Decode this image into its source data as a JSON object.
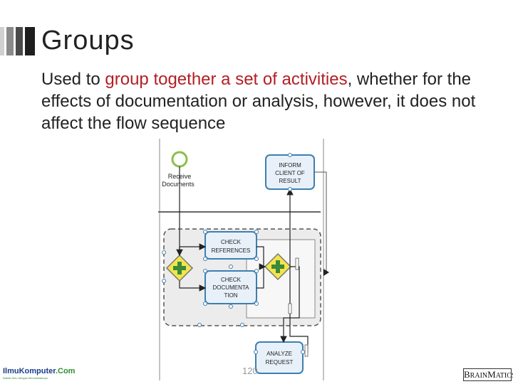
{
  "slide": {
    "title": "Groups",
    "body": {
      "before": "Used to ",
      "highlight": "group together a set of activities",
      "after": ", whether for the effects of documentation or analysis, however, it does not affect the flow sequence"
    },
    "page_number": "120"
  },
  "diagram": {
    "start_event_label": [
      "Receive",
      "Documents"
    ],
    "tasks": {
      "inform": [
        "INFORM",
        "CLIENT OF",
        "RESULT"
      ],
      "check_references": [
        "CHECK",
        "REFERENCES"
      ],
      "check_documentation": [
        "CHECK",
        "DOCUMENTA",
        "TION"
      ],
      "analyze": [
        "ANALYZE",
        "REQUEST"
      ]
    }
  },
  "logos": {
    "left_main": "IlmuKomputer",
    "left_suffix": ".Com",
    "left_tagline": "Ikatlah Ilmu dengan Menuliskannya",
    "right_brand_b": "B",
    "right_brand_rain": "RAIN",
    "right_brand_m": "M",
    "right_brand_atics": "ATICS"
  },
  "colors": {
    "accent_red": "#b21f24",
    "task_border": "#3d7fb0",
    "task_fill": "#e8f1f9",
    "gateway_fill": "#f4e44c",
    "start_event": "#8cc04b"
  }
}
